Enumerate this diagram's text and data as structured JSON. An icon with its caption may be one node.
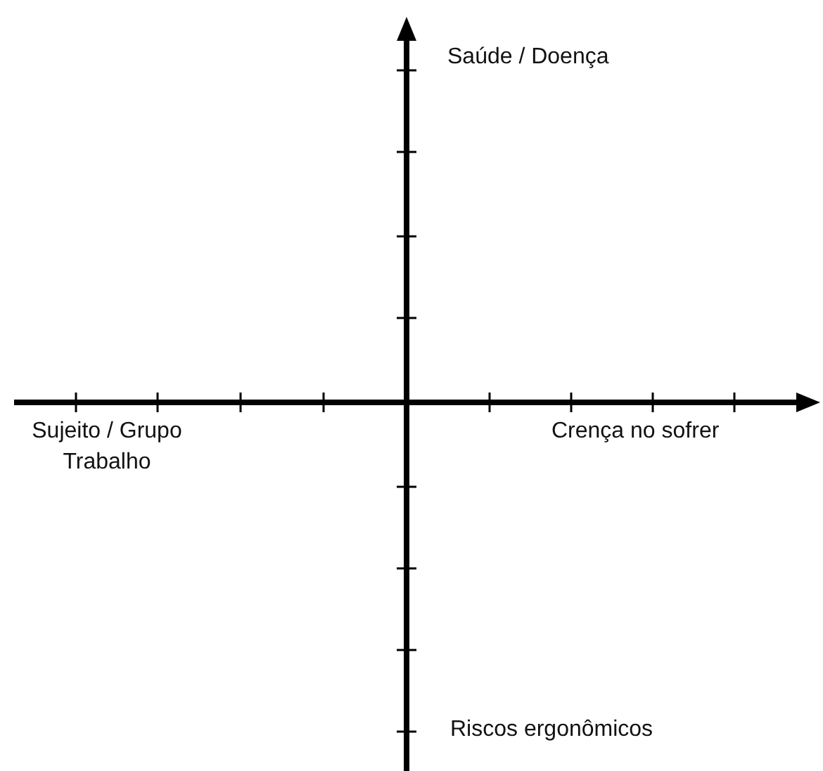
{
  "diagram": {
    "labels": [
      "Saúde / Doença",
      "Sujeito / Grupo Trabalho",
      "Crença no sofrer",
      "Riscos ergonômicos"
    ]
  }
}
